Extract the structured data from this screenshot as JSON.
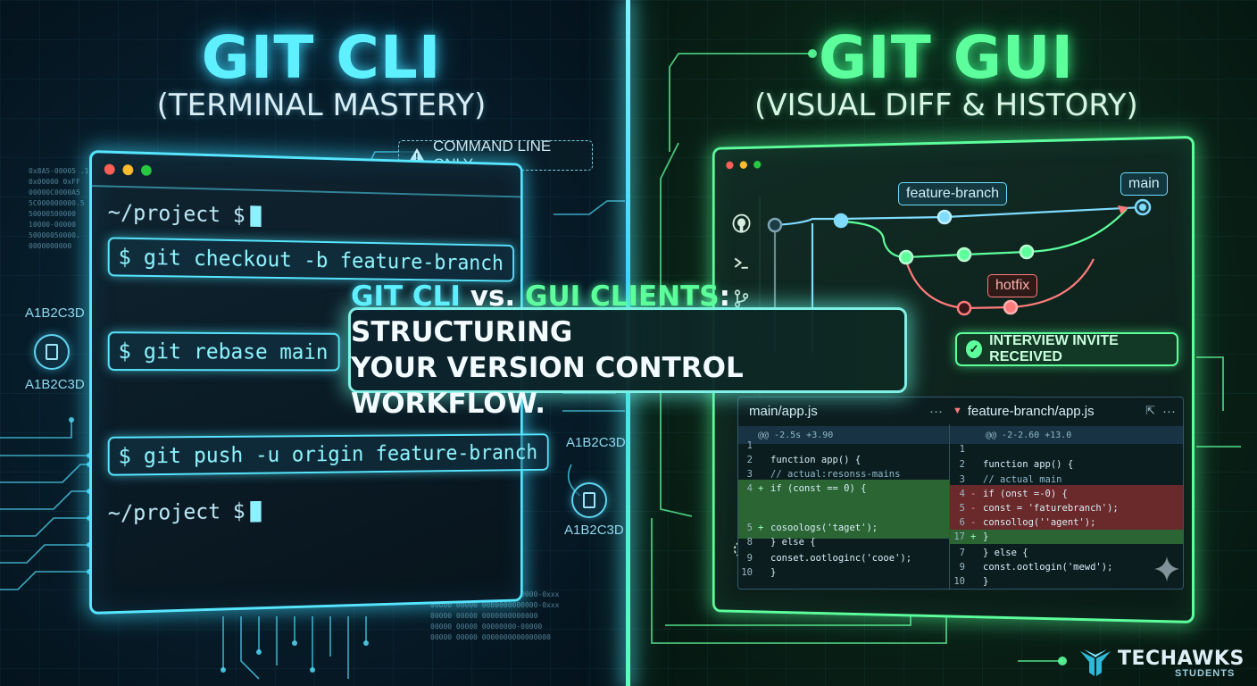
{
  "cli": {
    "title": "GIT CLI",
    "subtitle": "(TERMINAL MASTERY)",
    "badge": "COMMAND LINE ONLY",
    "prompt_top": "~/project $",
    "prompt_bottom": "~/project $",
    "commands": [
      "$ git checkout -b feature-branch",
      "$ git rebase main",
      "$ git push -u origin feature-branch"
    ],
    "hash_labels": [
      "A1B2C3D",
      "A1B2C3D",
      "A1B2C3D",
      "A1B2C3D"
    ]
  },
  "gui": {
    "title": "GIT GUI",
    "subtitle": "(VISUAL DIFF & HISTORY)",
    "branches": {
      "feature": "feature-branch",
      "main": "main",
      "hotfix": "hotfix"
    },
    "notification": "INTERVIEW INVITE RECEIVED",
    "diff": {
      "left_file": "main/app.js",
      "right_file": "feature-branch/app.js",
      "left_hunk": "@@ -2.5s +3.90",
      "right_hunk": "@@ -2-2.60 +13.0",
      "left_lines": [
        {
          "n": "1",
          "m": "",
          "t": ""
        },
        {
          "n": "2",
          "m": "",
          "t": "function app() {"
        },
        {
          "n": "3",
          "m": "",
          "t": "  // actual:resonss-mains"
        },
        {
          "n": "4",
          "m": "+",
          "t": "  if (const == 0) {"
        },
        {
          "n": "5",
          "m": "+",
          "t": "    cosoologs('taget');"
        },
        {
          "n": "8",
          "m": "",
          "t": "  } else {"
        },
        {
          "n": "9",
          "m": "",
          "t": "    conset.ootloginc('cooe');"
        },
        {
          "n": "10",
          "m": "",
          "t": "}"
        }
      ],
      "right_lines": [
        {
          "n": "1",
          "m": "",
          "t": ""
        },
        {
          "n": "2",
          "m": "",
          "t": "function app() {"
        },
        {
          "n": "3",
          "m": "",
          "t": "  // actual main"
        },
        {
          "n": "4",
          "m": "-",
          "t": "  if (onst =-0) {"
        },
        {
          "n": "5",
          "m": "-",
          "t": "    const = 'faturebranch');"
        },
        {
          "n": "6",
          "m": "-",
          "t": "    consollog(''agent');"
        },
        {
          "n": "17",
          "m": "+",
          "t": "  }"
        },
        {
          "n": "7",
          "m": "",
          "t": "  } else {"
        },
        {
          "n": "9",
          "m": "",
          "t": "    const.ootlogin('mewd');"
        },
        {
          "n": "10",
          "m": "",
          "t": "}"
        }
      ]
    }
  },
  "banner": {
    "hl_cli": "GIT CLI",
    "vs": " vs. ",
    "hl_gui": "GUI CLIENTS",
    "rest_line1": ": STRUCTURING",
    "line2": "YOUR VERSION CONTROL WORKFLOW."
  },
  "logo": {
    "name": "TECHAWKS",
    "sub": "STUDENTS"
  },
  "colors": {
    "cli_accent": "#5ef0ff",
    "gui_accent": "#5dff9c",
    "add": "#3f9e46",
    "delete": "#b03a3a",
    "hotfix": "#ff7b7b"
  },
  "icons": [
    "warning-icon",
    "file-icon",
    "github-icon",
    "terminal-icon",
    "branch-icon",
    "settings-icon",
    "check-icon",
    "more-icon",
    "external-link-icon",
    "sparkle-icon"
  ]
}
